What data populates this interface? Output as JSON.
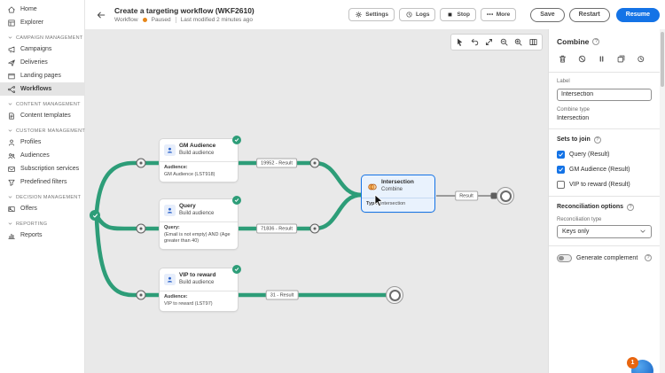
{
  "colors": {
    "accent_blue": "#1473e6",
    "workflow_green": "#2d9d78",
    "paused_orange": "#e68619",
    "canvas_bg": "#e9e9e9",
    "selected_node_bg": "#e9f2fd"
  },
  "sidebar": {
    "items_top": [
      {
        "label": "Home",
        "icon": "home-icon"
      },
      {
        "label": "Explorer",
        "icon": "explorer-icon"
      }
    ],
    "sections": [
      {
        "title": "CAMPAIGN MANAGEMENT",
        "items": [
          {
            "label": "Campaigns",
            "icon": "megaphone-icon"
          },
          {
            "label": "Deliveries",
            "icon": "paper-plane-icon"
          },
          {
            "label": "Landing pages",
            "icon": "browser-icon"
          },
          {
            "label": "Workflows",
            "icon": "workflow-icon",
            "selected": true
          }
        ]
      },
      {
        "title": "CONTENT MANAGEMENT",
        "items": [
          {
            "label": "Content templates",
            "icon": "document-icon"
          }
        ]
      },
      {
        "title": "CUSTOMER MANAGEMENT",
        "items": [
          {
            "label": "Profiles",
            "icon": "person-icon"
          },
          {
            "label": "Audiences",
            "icon": "people-icon"
          },
          {
            "label": "Subscription services",
            "icon": "envelope-icon"
          },
          {
            "label": "Predefined filters",
            "icon": "funnel-icon"
          }
        ]
      },
      {
        "title": "DECISION MANAGEMENT",
        "items": [
          {
            "label": "Offers",
            "icon": "offer-card-icon"
          }
        ]
      },
      {
        "title": "REPORTING",
        "items": [
          {
            "label": "Reports",
            "icon": "bar-chart-icon"
          }
        ]
      }
    ]
  },
  "header": {
    "title": "Create a targeting workflow (WKF2610)",
    "type_label": "Workflow",
    "status": "Paused",
    "last_modified": "Last modified 2 minutes ago",
    "actions": {
      "settings": "Settings",
      "logs": "Logs",
      "stop": "Stop",
      "more": "More",
      "more_dots": "•••",
      "save": "Save",
      "restart": "Restart",
      "resume": "Resume"
    }
  },
  "canvas": {
    "toolbar_icons": [
      "pointer-icon",
      "undo-icon",
      "expand-icon",
      "zoom-out-icon",
      "zoom-in-icon",
      "fit-view-icon"
    ],
    "nodes": {
      "gm": {
        "title": "GM Audience",
        "subtitle": "Build audience",
        "field_label": "Audience:",
        "field_value": "GM Audience (LST918)"
      },
      "query": {
        "title": "Query",
        "subtitle": "Build audience",
        "field_label": "Query:",
        "field_value": "(Email is not empty) AND (Age greater than 40)"
      },
      "vip": {
        "title": "VIP to reward",
        "subtitle": "Build audience",
        "field_label": "Audience:",
        "field_value": "VIP to reward (LST97)"
      },
      "intersection": {
        "title": "Intersection",
        "subtitle": "Combine",
        "field_label": "Type:",
        "field_value": "Intersection",
        "selected": true
      }
    },
    "transitions": {
      "gm_out": "19952 - Result",
      "query_out": "71836 - Result",
      "vip_out": "31 - Result",
      "intersection_out": "Result"
    }
  },
  "panel": {
    "title": "Combine",
    "action_icons": [
      "trash-icon",
      "ban-icon",
      "pause-icon",
      "copy-icon",
      "history-icon"
    ],
    "label_field": {
      "label": "Label",
      "value": "Intersection"
    },
    "combine_type": {
      "label": "Combine type",
      "value": "Intersection"
    },
    "sets_to_join": {
      "title": "Sets to join",
      "options": [
        {
          "label": "Query (Result)",
          "checked": true
        },
        {
          "label": "GM Audience (Result)",
          "checked": true
        },
        {
          "label": "VIP to reward (Result)",
          "checked": false
        }
      ]
    },
    "reconciliation": {
      "title": "Reconciliation options",
      "type_label": "Reconciliation type",
      "type_value": "Keys only"
    },
    "generate_complement": {
      "label": "Generate complement",
      "enabled": false
    }
  },
  "assistant": {
    "badge_count": "1"
  }
}
